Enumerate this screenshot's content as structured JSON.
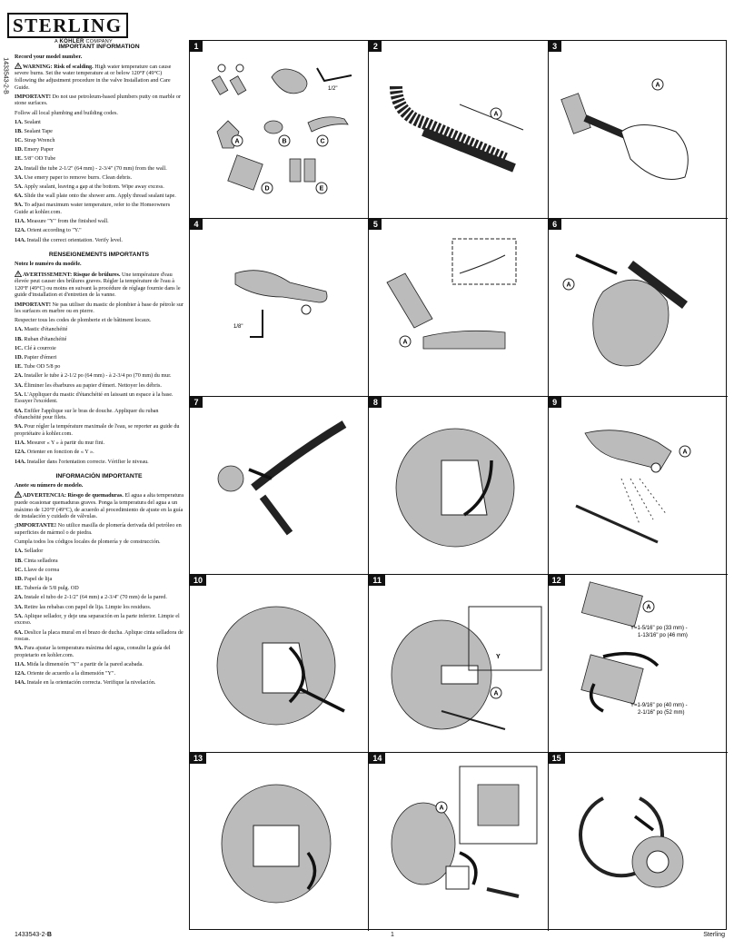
{
  "brand": {
    "name": "STERLING",
    "tagline_prefix": "A",
    "tagline_brand": "KOHLER",
    "tagline_suffix": "COMPANY"
  },
  "doc_code_side": "1433543-2-B",
  "sections": [
    {
      "title": "IMPORTANT INFORMATION",
      "record": "Record your model number.",
      "warning_label": "WARNING: Risk of scalding.",
      "warning_text": "High water temperature can cause severe burns. Set the water temperature at or below 120°F (49°C) following the adjustment procedure in the valve Installation and Care Guide.",
      "important_label": "IMPORTANT!",
      "important_text": "Do not use petroleum-based plumbers putty on marble or stone surfaces.",
      "codes": "Follow all local plumbing and building codes.",
      "items": [
        {
          "key": "1A.",
          "text": "Sealant"
        },
        {
          "key": "1B.",
          "text": "Sealant Tape"
        },
        {
          "key": "1C.",
          "text": "Strap Wrench"
        },
        {
          "key": "1D.",
          "text": "Emery Paper"
        },
        {
          "key": "1E.",
          "text": "5/8\" OD Tube"
        },
        {
          "key": "2A.",
          "text": "Install the tube 2-1/2\" (64 mm) - 2-3/4\" (70 mm) from the wall."
        },
        {
          "key": "3A.",
          "text": "Use emery paper to remove burrs. Clean debris."
        },
        {
          "key": "5A.",
          "text": "Apply sealant, leaving a gap at the bottom. Wipe away excess."
        },
        {
          "key": "6A.",
          "text": "Slide the wall plate onto the shower arm. Apply thread sealant tape."
        },
        {
          "key": "9A.",
          "text": "To adjust maximum water temperature, refer to the Homeowners Guide at kohler.com."
        },
        {
          "key": "11A.",
          "text": "Measure \"Y\" from the finished wall."
        },
        {
          "key": "12A.",
          "text": "Orient according to \"Y.\""
        },
        {
          "key": "14A.",
          "text": "Install the correct orientation. Verify level."
        }
      ]
    },
    {
      "title": "RENSEIGNEMENTS IMPORTANTS",
      "record": "Notez le numéro du modèle.",
      "warning_label": "AVERTISSEMENT: Risque de brûlures.",
      "warning_text": "Une température d'eau élevée peut causer des brûlures graves. Régler la température de l'eau à 120°F (49°C) ou moins en suivant la procédure de réglage fournie dans le guide d'installation et d'entretien de la vanne.",
      "important_label": "IMPORTANT!",
      "important_text": "Ne pas utiliser du mastic de plombier à base de pétrole sur les surfaces en marbre ou en pierre.",
      "codes": "Respecter tous les codes de plomberie et de bâtiment locaux.",
      "items": [
        {
          "key": "1A.",
          "text": "Mastic d'étanchéité"
        },
        {
          "key": "1B.",
          "text": "Ruban d'étanchéité"
        },
        {
          "key": "1C.",
          "text": "Clé à courroie"
        },
        {
          "key": "1D.",
          "text": "Papier d'émeri"
        },
        {
          "key": "1E.",
          "text": "Tube OD 5/8 po"
        },
        {
          "key": "2A.",
          "text": "Installer le tube à 2-1/2 po (64 mm) - à 2-3/4 po (70 mm) du mur."
        },
        {
          "key": "3A.",
          "text": "Éliminer les ébarbures au papier d'émeri. Nettoyer les débris."
        },
        {
          "key": "5A.",
          "text": "L'Appliquer du mastic d'étanchéité en laissant un espace à la base. Essuyer l'excédent."
        },
        {
          "key": "6A.",
          "text": "Enfiler l'applique sur le bras de douche. Appliquer du ruban d'étanchéité pour filets."
        },
        {
          "key": "9A.",
          "text": "Pour régler la température maximale de l'eau, se reporter au guide du propriétaire à kohler.com."
        },
        {
          "key": "11A.",
          "text": "Mesurer « Y » à partir du mur fini."
        },
        {
          "key": "12A.",
          "text": "Orienter en fonction de « Y »."
        },
        {
          "key": "14A.",
          "text": "Installer dans l'orientation correcte. Vérifier le niveau."
        }
      ]
    },
    {
      "title": "INFORMACIÓN IMPORTANTE",
      "record": "Anote su número de modelo.",
      "warning_label": "ADVERTENCIA: Riesgo de quemaduras.",
      "warning_text": "El agua a alta temperatura puede ocasionar quemaduras graves. Ponga la temperatura del agua a un máximo de 120°F (49°C), de acuerdo al procedimiento de ajuste en la guía de instalación y cuidado de válvulas.",
      "important_label": "¡IMPORTANTE!",
      "important_text": "No utilice masilla de plomería derivada del petróleo en superficies de mármol o de piedra.",
      "codes": "Cumpla todos los códigos locales de plomería y de construcción.",
      "items": [
        {
          "key": "1A.",
          "text": "Sellador"
        },
        {
          "key": "1B.",
          "text": "Cinta selladora"
        },
        {
          "key": "1C.",
          "text": "Llave de correa"
        },
        {
          "key": "1D.",
          "text": "Papel de lija"
        },
        {
          "key": "1E.",
          "text": "Tubería de 5/8 pulg. OD"
        },
        {
          "key": "2A.",
          "text": "Instale el tubo de 2-1/2\" (64 mm) a 2-3/4\" (70 mm) de la pared."
        },
        {
          "key": "3A.",
          "text": "Retire las rebabas con papel de lija. Limpie los residuos."
        },
        {
          "key": "5A.",
          "text": "Aplique sellador, y deje una separación en la parte inferior. Limpie el exceso."
        },
        {
          "key": "6A.",
          "text": "Deslice la placa mural en el brazo de ducha. Aplique cinta selladora de roscas."
        },
        {
          "key": "9A.",
          "text": "Para ajustar la temperatura máxima del agua, consulte la guía del propietario en kohler.com."
        },
        {
          "key": "11A.",
          "text": "Mida la dimensión \"Y\" a partir de la pared acabada."
        },
        {
          "key": "12A.",
          "text": "Oriente de acuerdo a la dimensión \"Y\"."
        },
        {
          "key": "14A.",
          "text": "Instale en la orientación correcta. Verifique la nivelación."
        }
      ]
    }
  ],
  "panels": [
    "1",
    "2",
    "3",
    "4",
    "5",
    "6",
    "7",
    "8",
    "9",
    "10",
    "11",
    "12",
    "13",
    "14",
    "15"
  ],
  "callouts": {
    "a": "A",
    "b": "B",
    "c": "C",
    "d": "D",
    "e": "E",
    "hex_1_2": "1/2\"",
    "hex_1_8": "1/8\"",
    "y": "Y",
    "dim1_line1": "Y=1-5/16\" po (33 mm) -",
    "dim1_line2": "1-13/16\" po (46 mm)",
    "dim2_line1": "Y=1-9/16\" po (40 mm) -",
    "dim2_line2": "2-1/16\" po (52 mm)"
  },
  "footer": {
    "code_prefix": "1433543-2-",
    "code_rev": "B",
    "page": "1",
    "brand": "Sterling"
  }
}
